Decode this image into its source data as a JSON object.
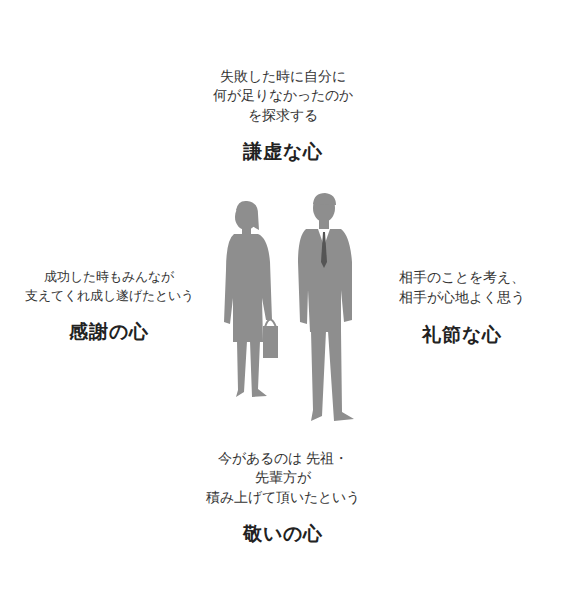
{
  "diagram": {
    "nodes": [
      {
        "text": [
          "失敗した時に自分に 何が足りなかったのか を探求する",
          "謙虚な心"
        ]
      },
      {
        "text": [
          "成功した時もみんなが 支えてくれ成し遂げたという",
          "感謝の心"
        ]
      },
      {
        "text": [
          "相手のことを考え、 相手が心地よく思う",
          "礼節な心"
        ]
      },
      {
        "text": [
          "今があるのは 先祖・先輩方が 積み上げて頂いたという",
          "敬いの心"
        ]
      }
    ]
  }
}
